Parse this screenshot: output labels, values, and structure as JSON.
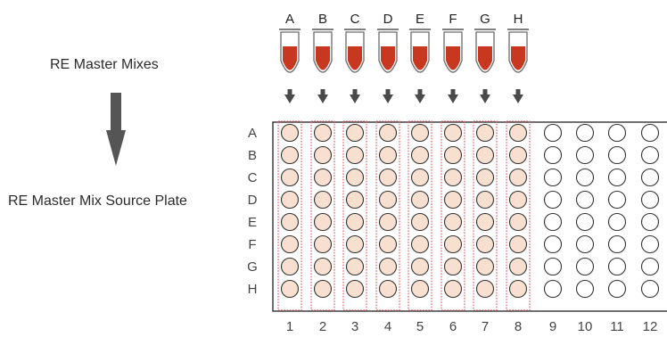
{
  "labels": {
    "master_mixes": "RE Master Mixes",
    "source_plate": "RE Master Mix Source Plate"
  },
  "tubes": [
    "A",
    "B",
    "C",
    "D",
    "E",
    "F",
    "G",
    "H"
  ],
  "plate": {
    "rows": [
      "A",
      "B",
      "C",
      "D",
      "E",
      "F",
      "G",
      "H"
    ],
    "columns": [
      "1",
      "2",
      "3",
      "4",
      "5",
      "6",
      "7",
      "8",
      "9",
      "10",
      "11",
      "12"
    ],
    "filled_columns": 8
  },
  "colors": {
    "liquid": "#c8371f",
    "tube_outline": "#6b6b6b",
    "arrow": "#4a4a4a",
    "filled_well": "#f8e0d0",
    "highlight_outline": "#e0606a",
    "plate_border": "#222222"
  }
}
